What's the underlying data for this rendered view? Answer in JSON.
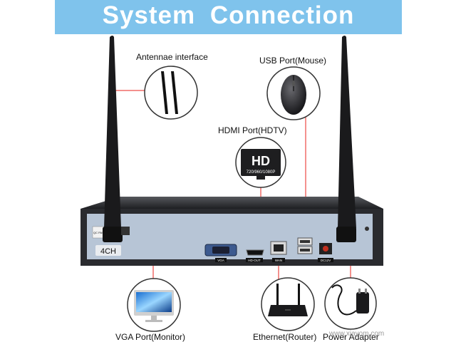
{
  "banner": {
    "title": "System Connection"
  },
  "colors": {
    "banner": "#7fc3ec",
    "leader_line": "#e8231e",
    "front_panel": "#b7c5d6",
    "chassis": "#2a2b2f"
  },
  "callouts": {
    "antenna": {
      "label": "Antennae interface",
      "icon": "antenna-icon"
    },
    "usb": {
      "label": "USB Port(Mouse)",
      "icon": "mouse-icon"
    },
    "hdmi": {
      "label": "HDMI Port(HDTV)",
      "icon": "hd-tv-icon",
      "badge_main": "HD",
      "badge_sub": "720/960/1080P"
    },
    "vga": {
      "label": "VGA Port(Monitor)",
      "icon": "monitor-icon"
    },
    "ethernet": {
      "label": "Ethernet(Router)",
      "icon": "router-icon"
    },
    "power": {
      "label": "Power Adapter",
      "icon": "power-adapter-icon"
    }
  },
  "device": {
    "channel_label": "4CH",
    "port_labels": {
      "vga": "VGA",
      "hdmi": "HD-OUT",
      "wan": "WAN",
      "dc": "DC12V"
    },
    "sticker": "QC PASS 01"
  },
  "watermark": "www.xiayom.com"
}
